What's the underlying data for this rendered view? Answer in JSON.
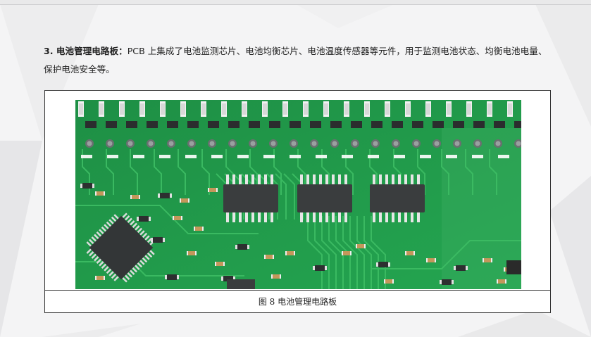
{
  "paragraph": {
    "heading": "3. 电池管理电路板：",
    "body": "PCB 上集成了电池监测芯片、电池均衡芯片、电池温度传感器等元件，用于监测电池状态、均衡电池电量、保护电池安全等。"
  },
  "figure": {
    "caption": "图 8 电池管理电路板",
    "image_semantic": "battery-management-pcb-photo"
  },
  "colors": {
    "pcb_green": "#1f9a4a",
    "trace_green": "#35b45c",
    "silkscreen": "#ffffff",
    "chip_body": "#3a3d3e"
  }
}
